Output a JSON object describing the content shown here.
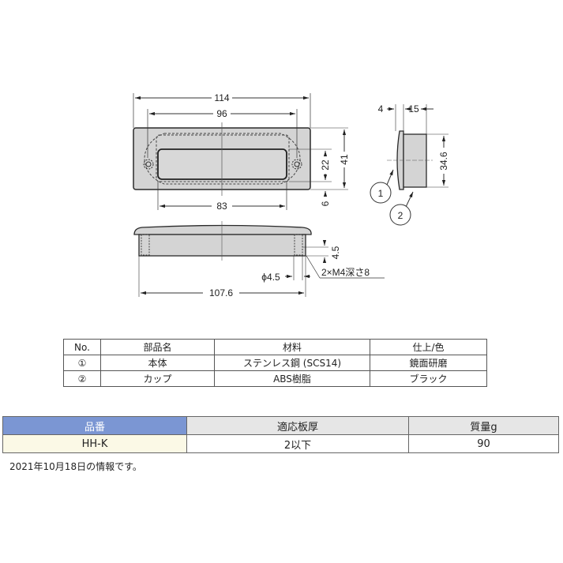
{
  "drawing": {
    "front_view": {
      "dims": {
        "overall_width": "114",
        "hole_pitch": "96",
        "opening_width": "83",
        "opening_height": "22",
        "overall_height": "41",
        "bottom_offset": "6"
      }
    },
    "side_view": {
      "dims": {
        "flange": "4",
        "depth": "15",
        "cup_height": "34.6"
      },
      "callouts": [
        "1",
        "2"
      ]
    },
    "bottom_view": {
      "dims": {
        "thread_depth": "4.5",
        "hole_dia": "ϕ4.5",
        "thread_note": "2×M4深さ8",
        "cup_width": "107.6"
      }
    },
    "colors": {
      "fill": "#d4d4d4",
      "line": "#2a2a2a",
      "dim": "#333333"
    }
  },
  "parts_table": {
    "headers": [
      "No.",
      "部品名",
      "材料",
      "仕上/色"
    ],
    "rows": [
      [
        "①",
        "本体",
        "ステンレス鋼 (SCS14)",
        "鏡面研磨"
      ],
      [
        "②",
        "カップ",
        "ABS樹脂",
        "ブラック"
      ]
    ]
  },
  "spec_table": {
    "headers": [
      "品番",
      "適応板厚",
      "質量g"
    ],
    "rows": [
      [
        "HH-K",
        "2以下",
        "90"
      ]
    ],
    "header_accent": "#7b96d3"
  },
  "footnote": "2021年10月18日の情報です。"
}
